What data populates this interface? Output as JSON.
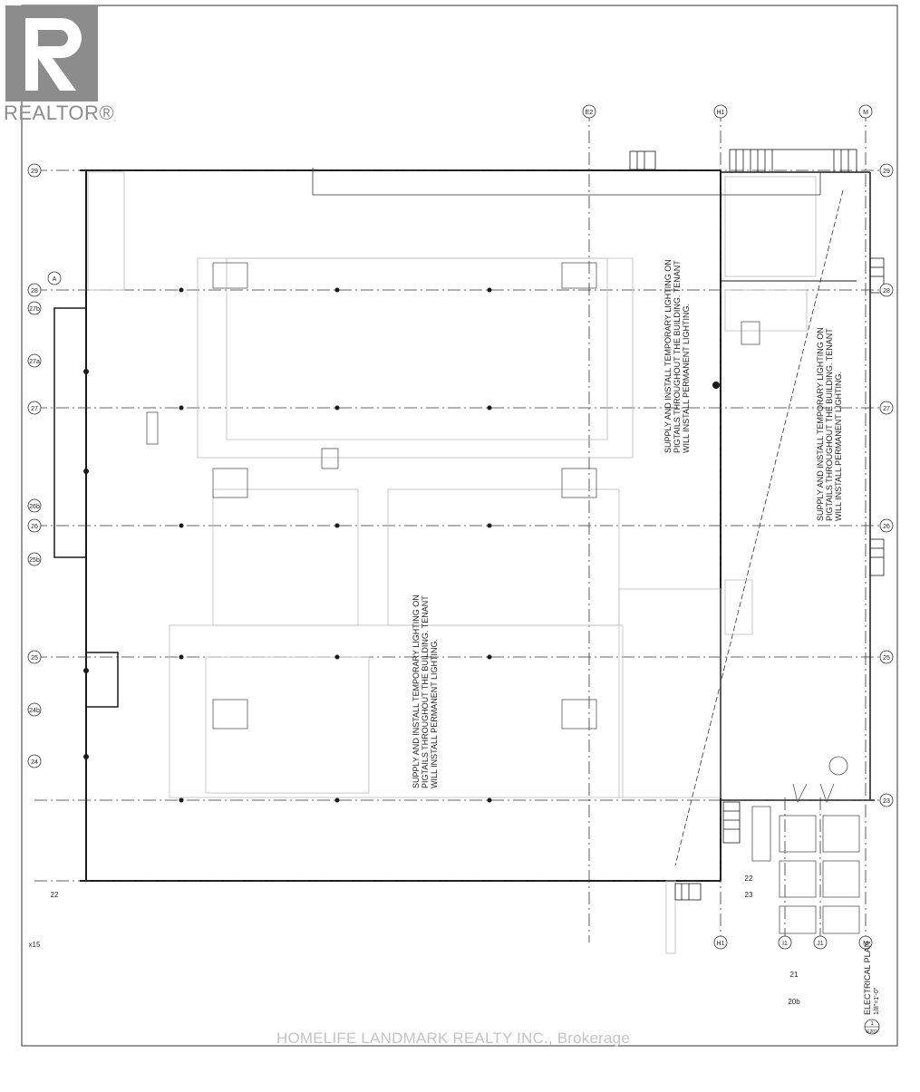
{
  "brand": {
    "logo_text": "REALTOR®",
    "watermark": "HOMELIFE LANDMARK REALTY INC., Brokerage"
  },
  "drawing": {
    "title_line1": "ELECTRICAL PLAN",
    "title_line2": "1/8\"=1'-0\"",
    "sheet_ref": "1",
    "sheet_no": "E202",
    "notes": [
      "SUPPLY AND INSTALL TEMPORARY LIGHTING ON",
      "PIGTAILS THROUGHOUT THE BUILDING. TENANT",
      "WILL INSTALL PERMANENT LIGHTING."
    ],
    "grid_rows_left": [
      "29",
      "28",
      "27b",
      "27a",
      "27",
      "26b",
      "26",
      "25b",
      "25",
      "24b",
      "24",
      "22"
    ],
    "grid_rows_right": [
      "29",
      "28",
      "27",
      "26",
      "25",
      "23"
    ],
    "grid_cols_top": [
      "E2",
      "H1",
      "M"
    ],
    "grid_col_a": "A",
    "grid_cols_bottom": [
      "H1",
      "I1",
      "J1",
      "M"
    ],
    "bottom_nums": [
      "22",
      "23",
      "20b",
      "21"
    ],
    "side_label": "x15"
  },
  "colors": {
    "line": "#1a1a1a",
    "paper": "#ffffff",
    "logo": "#8c8c8c",
    "watermark": "#c4c4c4"
  }
}
